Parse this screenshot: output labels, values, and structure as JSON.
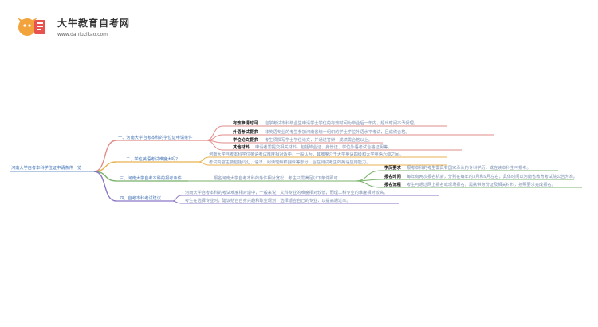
{
  "brand": {
    "name": "大牛教育自考网",
    "url": "www.daniuzikao.com"
  },
  "colors": {
    "branch_1": "#e28d8a",
    "branch_2": "#e8b24f",
    "branch_3": "#78b16a",
    "branch_4": "#8a76c8",
    "root_text": "#3b6fb6"
  },
  "mindmap": {
    "root": "河南大学自考本科学位证申请条件一览",
    "branches": [
      {
        "label": "一、河南大学自考本科的学位证申请条件",
        "items": [
          {
            "key": "有效申请时间",
            "text": "自学考试本科毕业生申请学士学位的有效时间为毕业后一年内，超出时间不予受理。"
          },
          {
            "key": "外语考试要求",
            "text": "非英语专业的考生参加河南省统一组织的学士学位外语水平考试，且成绩合格。"
          },
          {
            "key": "学位论文要求",
            "text": "考生须撰写学士学位论文，并通过答辩，成绩需合格以上。"
          },
          {
            "key": "其他材料",
            "text": "申请者需提交相关材料，包括毕业证、身份证、学位外语考试合格证明等。"
          }
        ]
      },
      {
        "label": "二、学位英语考试难度大吗？",
        "details": [
          "河南大学自考本科学位英语考试难度相对适中，一般认为，其难度介于大学英语四级和大学英语六级之间。",
          "考试内容主要包括词汇、语法、阅读理解和翻译等部分，旨在测试考生的英语应用能力。"
        ]
      },
      {
        "label": "三、河南大学自考本科的报考条件",
        "summary": "报名河南大学自考本科的条件相对宽松，考生只需满足以下条件即可",
        "items": [
          {
            "key": "学历要求",
            "text": "报考本科的考生需具有国家承认的专科学历，或在读本科生可报考。"
          },
          {
            "key": "报名时间",
            "text": "每年有两次报名机会，分别在每年的3月和9月左右，具体时间以河南省教育考试院公告为准。"
          },
          {
            "key": "报名流程",
            "text": "考生可通过网上报名或现场报名，需携带身份证及相关材料，按照要求完成报名。"
          }
        ]
      },
      {
        "label": "四、自考本科考试建议",
        "details": [
          "河南大学自考本科的考试难度相对适中，一般来说，文科专业的难度相对较低，而理工科专业的难度相对较高。",
          "考生在选择专业时，建议结合自身兴趣和职业规划，选择适合自己的专业，以提高通过率。"
        ]
      }
    ]
  }
}
